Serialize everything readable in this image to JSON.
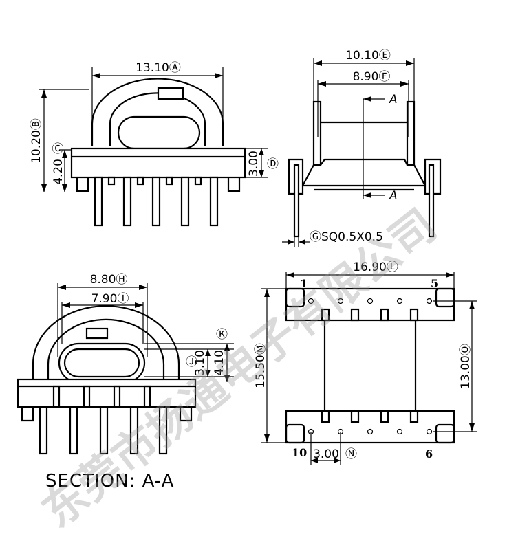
{
  "dims": {
    "a": "13.10Ⓐ",
    "b": "10.20Ⓑ",
    "c": "Ⓒ",
    "c_val": "4.20",
    "d": "Ⓓ",
    "d_val": "3.00",
    "e": "10.10Ⓔ",
    "f": "8.90Ⓕ",
    "g": "ⒼSQ0.5X0.5",
    "h": "8.80Ⓗ",
    "i": "7.90Ⓘ",
    "j": "Ⓙ",
    "j_val": "3.10",
    "k": "Ⓚ",
    "k_val": "4.10",
    "l": "16.90Ⓛ",
    "m": "15.50Ⓜ",
    "n": "Ⓝ",
    "n_val": "3.00",
    "o": "13.00Ⓞ"
  },
  "section_marks": {
    "top": "A",
    "bottom": "A"
  },
  "pins": {
    "p1": "1",
    "p5": "5",
    "p10": "10",
    "p6": "6"
  },
  "section_label": "SECTION: A-A",
  "watermark": "东莞市扬通电子有限公司"
}
